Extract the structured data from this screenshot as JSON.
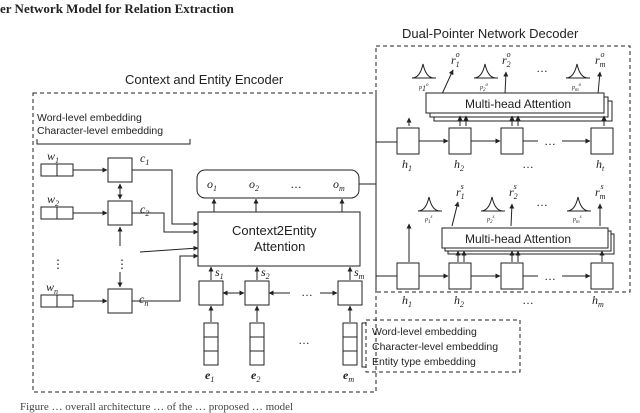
{
  "header_fragment": "er Network Model for Relation Extraction",
  "decoder": {
    "title": "Dual-Pointer Network Decoder",
    "attention_label": "Multi-head Attention",
    "r_obj": [
      "r",
      "1",
      "o"
    ],
    "labels": {
      "r1o": "r",
      "r2o": "r",
      "rmo": "r",
      "r1s": "r",
      "r2s": "r",
      "rms": "r",
      "h": "h",
      "sup_o": "o",
      "sup_s": "s",
      "sub_1": "1",
      "sub_2": "2",
      "sub_m": "m",
      "sub_t": "t",
      "p1o": "p",
      "p2o": "p",
      "pmo": "p",
      "p1s": "p",
      "p2s": "p",
      "pms": "p",
      "dots": "…"
    }
  },
  "encoder": {
    "title": "Context and Entity Encoder",
    "embedding_lines": [
      "Word-level embedding",
      "Character-level embedding"
    ],
    "attention_label_line1": "Context2Entity",
    "attention_label_line2": "Attention",
    "entity_embedding_lines": [
      "Word-level embedding",
      "Character-level embedding",
      "Entity type embedding"
    ],
    "w": "w",
    "c": "c",
    "o": "o",
    "s": "s",
    "e": "e",
    "sub_1": "1",
    "sub_2": "2",
    "sub_n": "n",
    "sub_m": "m",
    "dots": "…",
    "vdots": "⋮"
  },
  "caption_fragment": "Figure  …  overall architecture  …  of  the  …  proposed  …  model"
}
